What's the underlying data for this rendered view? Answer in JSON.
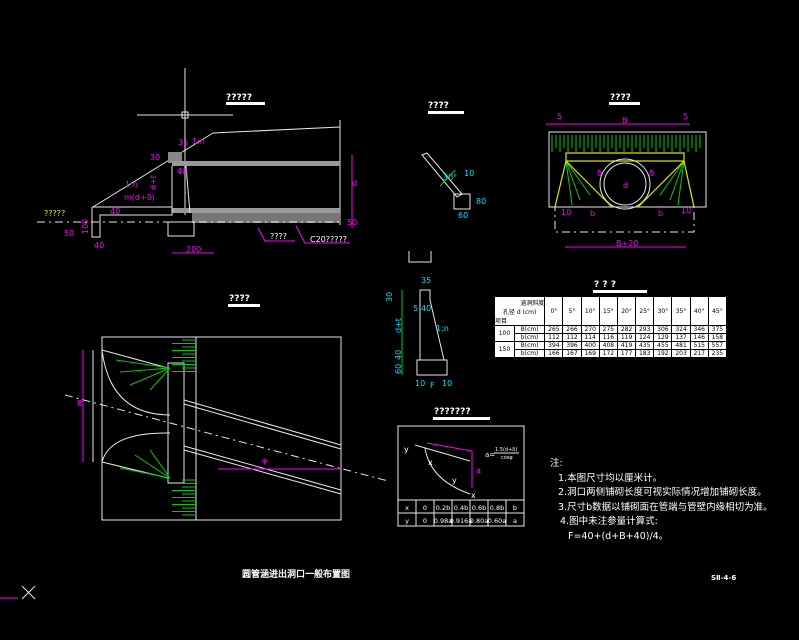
{
  "drawing": {
    "main_title": "圆管涵进出洞口一般布置图",
    "sheet_number": "SⅡ-4-6",
    "view_titles": {
      "longitudinal_section": "?????",
      "paving_detail": "????",
      "elevation": "????",
      "plan": "????",
      "curve_table": "???????",
      "dimension_table": "? ? ?"
    },
    "section_labels": {
      "dim_30": "30",
      "dim_35": "35",
      "dim_40": "40",
      "slope1": "1:n",
      "slope2": "1:n",
      "d_plus_t": "d+t",
      "m_expr": "m(d+δ)",
      "dim_40b": "40",
      "dim_100": "100",
      "dim_50": "50",
      "dim_40c": "40",
      "dim_200": "200",
      "d": "d",
      "dim_50b": "50",
      "water_level": "?????",
      "bedding_label": "????",
      "c20_label": "C20?????"
    },
    "paving_labels": {
      "dim_10": "10",
      "dim_60": "60",
      "dim_80": "80",
      "angle": "30°"
    },
    "elevation_labels": {
      "B": "B",
      "dim_5a": "5",
      "dim_5b": "5",
      "d": "d",
      "delta1": "δ",
      "delta2": "δ",
      "b1": "b",
      "b2": "b",
      "dim_10a": "10",
      "dim_10b": "10",
      "B_plus_20": "B+20"
    },
    "wall_labels": {
      "dim_35": "35",
      "dim_30": "30",
      "dim_5": "5",
      "dim_40": "40",
      "d_plus_t": "d+t",
      "dim_40b": "40",
      "dim_60": "60",
      "dim_10a": "10",
      "F": "F",
      "dim_10b": "10",
      "slope": "1:n"
    },
    "plan_labels": {
      "B": "B",
      "angle": "φ"
    },
    "curve": {
      "y_axis": "y",
      "x_axis": "x",
      "x_label": "x",
      "y_label": "y",
      "a": "a",
      "eq_num": "1.5(d+δ)",
      "eq_den": "cosφ",
      "eq_lhs": "a=",
      "rows": [
        [
          "x",
          "0",
          "0.2b",
          "0.4b",
          "0.6b",
          "0.8b",
          "b"
        ],
        [
          "y",
          "0",
          "0.98a",
          "0.916a",
          "0.80a",
          "0.60a",
          "a"
        ]
      ]
    },
    "dim_table": {
      "corner_top": "涵洞斜度",
      "corner_left": "孔径 d (cm)",
      "corner_bottom": "项目",
      "angles": [
        "0°",
        "5°",
        "10°",
        "15°",
        "20°",
        "25°",
        "30°",
        "35°",
        "40°",
        "45°"
      ],
      "groups": [
        {
          "d": "100",
          "rows": [
            {
              "item": "B(cm)",
              "values": [
                "265",
                "266",
                "270",
                "275",
                "282",
                "293",
                "306",
                "324",
                "346",
                "375"
              ]
            },
            {
              "item": "b(cm)",
              "values": [
                "112",
                "112",
                "114",
                "116",
                "119",
                "124",
                "129",
                "137",
                "146",
                "158"
              ]
            }
          ]
        },
        {
          "d": "150",
          "rows": [
            {
              "item": "B(cm)",
              "values": [
                "394",
                "396",
                "400",
                "408",
                "419",
                "435",
                "455",
                "481",
                "515",
                "557"
              ]
            },
            {
              "item": "b(cm)",
              "values": [
                "166",
                "167",
                "169",
                "172",
                "177",
                "183",
                "192",
                "203",
                "217",
                "235"
              ]
            }
          ]
        }
      ]
    },
    "notes": {
      "heading": "注:",
      "items": [
        "1.本图尺寸均以厘米计。",
        "2.洞口两侧铺砌长度可视实际情况增加铺砌长度。",
        "3.尺寸b数据以铺砌面在管端与管壁内缘相切为准。",
        "4.图中未注参量计算式:",
        "F=40+(d+B+40)/4。"
      ]
    },
    "colors": {
      "background": "#000000",
      "lines": "#e8e8e8",
      "dimension": "#ff00ff",
      "hatch": "#00d000",
      "text_cyan": "#00e0ff",
      "highlight": "#e8e800"
    }
  }
}
